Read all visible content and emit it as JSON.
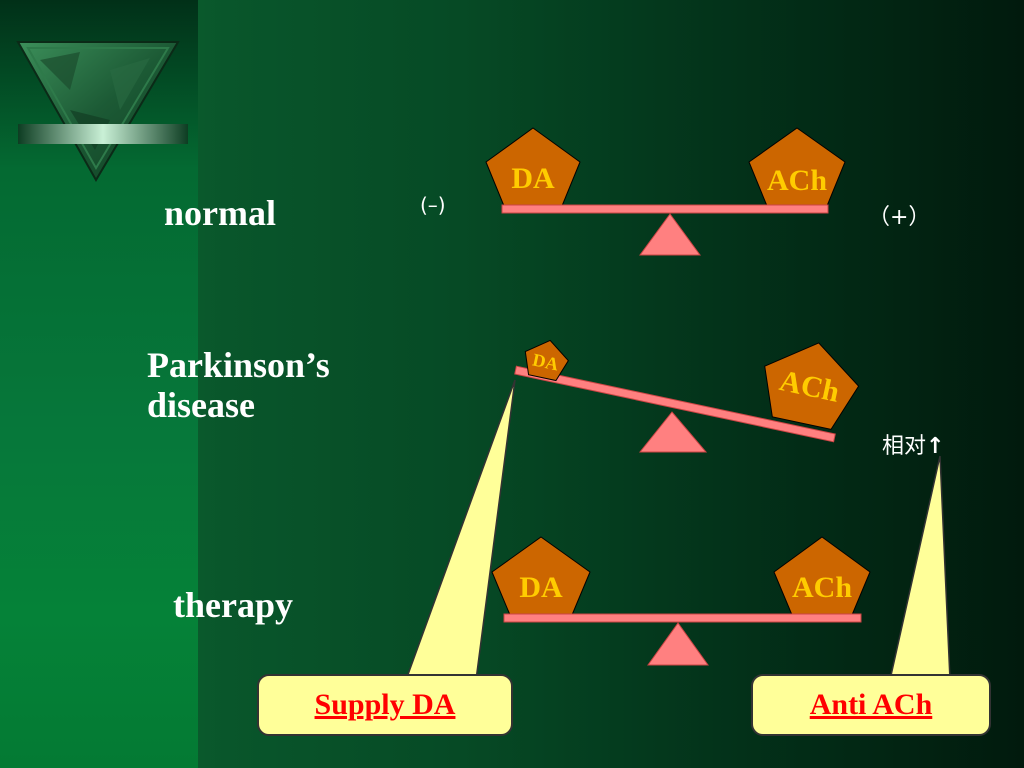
{
  "rows": {
    "normal": {
      "label": "normal",
      "left_sign": "(–)",
      "right_sign": "（+）",
      "left_weight": "DA",
      "right_weight": "ACh"
    },
    "parkinsons": {
      "label_line1": "Parkinson’s",
      "label_line2": "disease",
      "left_weight": "DA",
      "right_weight": "ACh",
      "note": "相对",
      "arrow": "↑"
    },
    "therapy": {
      "label": "therapy",
      "left_weight": "DA",
      "right_weight": "ACh"
    }
  },
  "callouts": {
    "left": "Supply DA",
    "right": "Anti ACh"
  },
  "colors": {
    "background": "#06502a",
    "weight_fill": "#cc6600",
    "weight_text": "#ffcc00",
    "beam": "#ff8080",
    "fulcrum": "#ff8080",
    "callout_fill": "#ffff99",
    "callout_text": "#ff0000",
    "label_text": "#ffffff"
  },
  "icons": {
    "logo": "triangle-logo-icon"
  }
}
